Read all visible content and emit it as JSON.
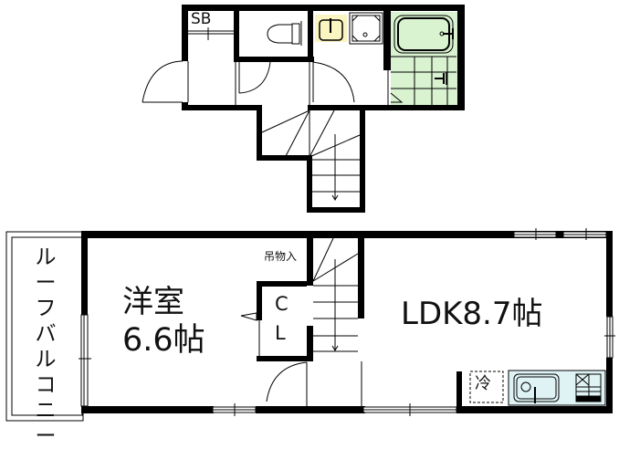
{
  "floor_upper": {
    "rooms": [
      {
        "id": "shoe-box",
        "label": "SB"
      },
      {
        "id": "toilet",
        "label": ""
      },
      {
        "id": "washroom",
        "label": ""
      },
      {
        "id": "bathroom",
        "label": ""
      },
      {
        "id": "staircase-upper",
        "label": ""
      }
    ]
  },
  "floor_lower": {
    "roof_balcony": {
      "label": "ルーフバルコニー"
    },
    "western_room": {
      "name": "洋室",
      "size": "6.6帖"
    },
    "closet": {
      "label_top": "C",
      "label_bottom": "L"
    },
    "hanging_storage": {
      "label": "吊物入"
    },
    "ldk": {
      "label": "LDK8.7帖"
    },
    "fridge": {
      "label": "冷"
    }
  },
  "colors": {
    "wall": "#000000",
    "bathroom_fill": "#d9f2d0",
    "washbasin_fill": "#fbf5c1",
    "kitchen_fill": "#dff3f5",
    "background": "#ffffff"
  }
}
